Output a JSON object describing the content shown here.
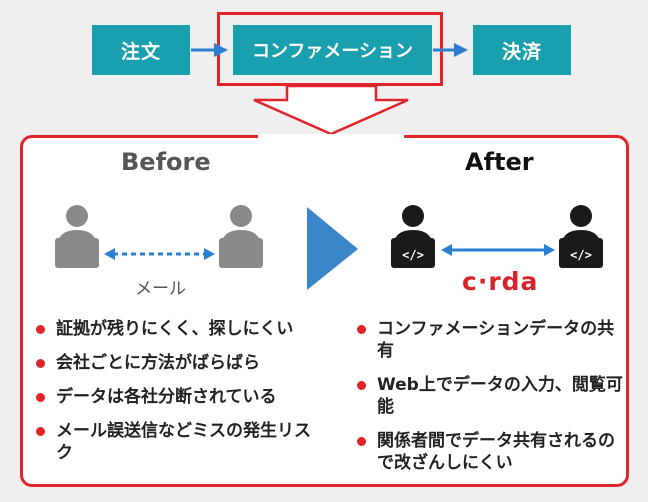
{
  "flow": {
    "steps": [
      "注文",
      "コンファメーション",
      "決済"
    ]
  },
  "comparison": {
    "before": {
      "heading": "Before",
      "channel_label": "メール",
      "points": [
        "証拠が残りにくく、探しにくい",
        "会社ごとに方法がばらばら",
        "データは各社分断されている",
        "メール誤送信などミスの発生リスク"
      ]
    },
    "after": {
      "heading": "After",
      "brand_logo": "c·rda",
      "screen_icon_text": "</>",
      "points": [
        "コンファメーションデータの共有",
        "Web上でデータの入力、閲覧可能",
        "関係者間でデータ共有されるので改ざんしにくい"
      ]
    }
  },
  "colors": {
    "step_fill": "#1a9fae",
    "arrow_blue": "#2a7fd1",
    "accent_red": "#e0252a",
    "before_person": "#8a8a8a",
    "after_person": "#1a1a1a"
  }
}
